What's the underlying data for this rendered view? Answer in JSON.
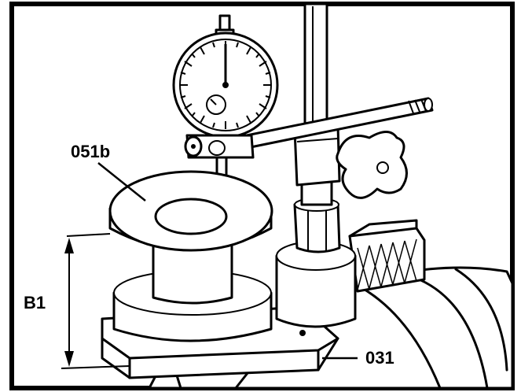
{
  "figure": {
    "labels": {
      "spacer": "051b",
      "height": "B1",
      "plate": "031"
    },
    "icons": {
      "dial_gauge": "dial-gauge-icon",
      "stand": "magnetic-stand-icon",
      "vise": "bench-vise-icon"
    }
  }
}
